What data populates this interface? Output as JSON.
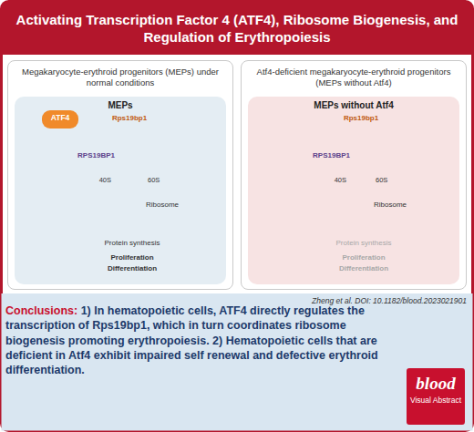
{
  "diagram": {
    "title": "Activating Transcription Factor 4 (ATF4), Ribosome Biogenesis, and Regulation of Erythropoiesis",
    "nodes": [
      {
        "text": [
          "Megakaryocyte-erythroid progenitors (MEPs) under normal conditions"
        ]
      },
      {
        "text": [
          "MEPs"
        ],
        "in": 0
      },
      {
        "text": [
          "Atf4-deficient megakaryocyte-erythroid progenitors (MEPs without Atf4)"
        ]
      },
      {
        "text": [
          "MEPs without Atf4"
        ],
        "in": 2
      },
      {
        "text": [
          "ATF4"
        ],
        "in": 1
      },
      {
        "text": [
          "Conclusions:",
          "1) In hematopoietic cells, ATF4 directly regulates the transcription of Rps19bp1, which in turn coordinates ribosome biogenesis promoting erythropoiesis. 2) Hematopoietic cells that are deficient in Atf4 exhibit impaired self renewal and defective erythroid differentiation."
        ]
      },
      {
        "text": [
          "blood",
          "Visual Abstract"
        ]
      }
    ],
    "labels": [
      "Zheng et al. DOI: 10.1182/blood.2023021901",
      "Rps19bp1",
      "RPS19BP1",
      "40S",
      "60S",
      "Ribosome",
      "Protein synthesis",
      "Proliferation",
      "Differentiation",
      "Rps19bp1",
      "RPS19BP1",
      "40S",
      "60S",
      "Ribosome",
      "Protein synthesis",
      "Proliferation",
      "Differentiation"
    ]
  }
}
